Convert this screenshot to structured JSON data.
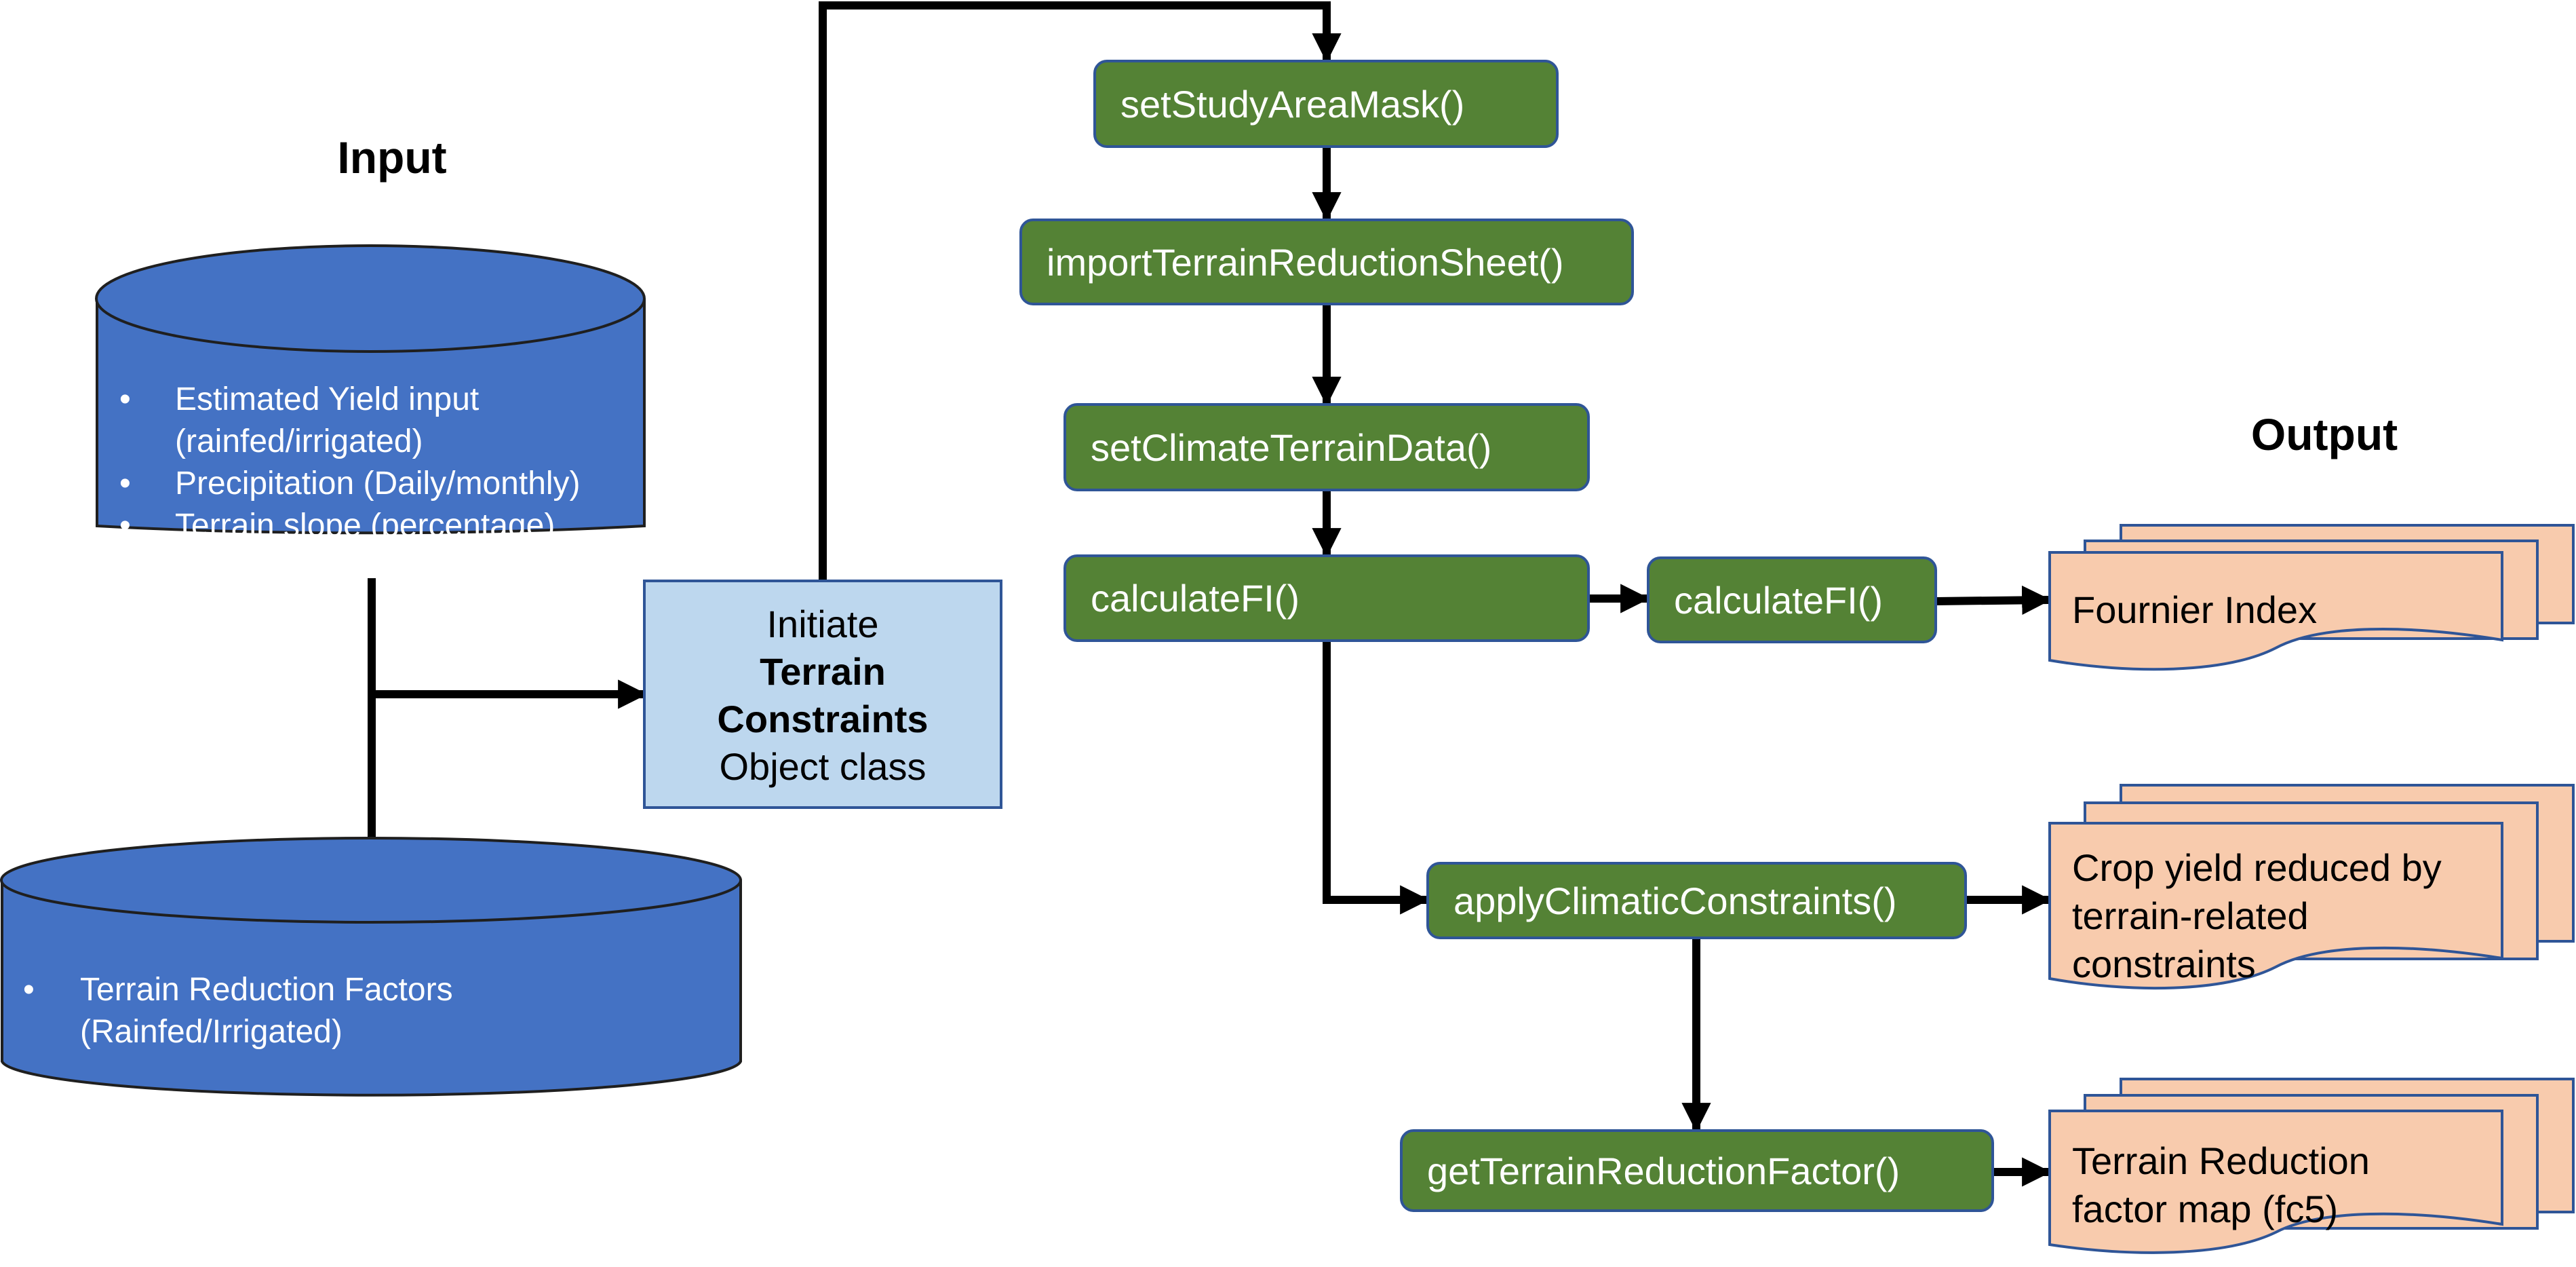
{
  "input_title": "Input",
  "output_title": "Output",
  "input_cylinder_top": {
    "items": [
      "Estimated Yield input",
      "(rainfed/irrigated)",
      "Precipitation (Daily/monthly)",
      "Terrain slope (percentage)"
    ]
  },
  "input_cylinder_bottom": {
    "items": [
      "Terrain Reduction Factors",
      "(Rainfed/Irrigated)"
    ]
  },
  "initiate_box": {
    "line1": "Initiate",
    "line2": "Terrain",
    "line3": "Constraints",
    "line4": "Object class"
  },
  "functions": {
    "set_study_area_mask": "setStudyAreaMask()",
    "import_terrain_reduction_sheet": "importTerrainReductionSheet()",
    "set_climate_terrain_data": "setClimateTerrainData()",
    "calculate_fi_1": "calculateFI()",
    "calculate_fi_2": "calculateFI()",
    "apply_climatic_constraints": "applyClimaticConstraints()",
    "get_terrain_reduction_factor": "getTerrainReductionFactor()"
  },
  "outputs": {
    "fournier_index": [
      "Fournier Index"
    ],
    "crop_yield_reduced": [
      "Crop yield reduced by",
      "terrain-related",
      "constraints"
    ],
    "terrain_reduction_map": [
      "Terrain Reduction",
      "factor map (fc5)"
    ]
  },
  "bullet": "•",
  "colors": {
    "cylinder_fill": "#4472C4",
    "cylinder_stroke": "#1F1F1F",
    "function_fill": "#548235",
    "function_stroke": "#2F5597",
    "initiate_fill": "#BDD7EE",
    "initiate_stroke": "#2F5597",
    "output_fill": "#F8CBAD",
    "output_stroke": "#2F5597"
  }
}
